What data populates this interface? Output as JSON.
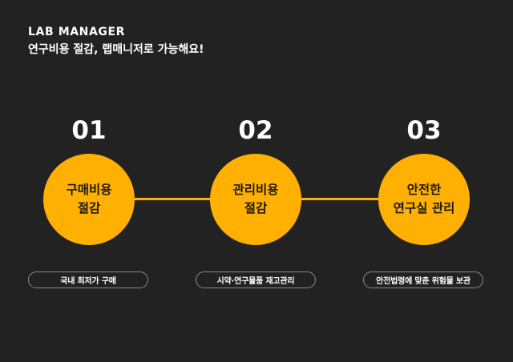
{
  "header": {
    "logo": "LAB MANAGER",
    "subtitle": "연구비용 절감, 랩매니저로 가능해요!"
  },
  "colors": {
    "background": "#222222",
    "accent": "#FFB000",
    "text": "#FFFFFF",
    "circle_text": "#1A1A1A",
    "pill_border": "#8A8A8A"
  },
  "steps": [
    {
      "number": "01",
      "title": "구매비용\n절감",
      "description": "국내 최저가 구매"
    },
    {
      "number": "02",
      "title": "관리비용\n절감",
      "description": "시약·연구물품 재고관리"
    },
    {
      "number": "03",
      "title": "안전한\n연구실 관리",
      "description": "안전법령에 맞춘 위험물 보관"
    }
  ]
}
